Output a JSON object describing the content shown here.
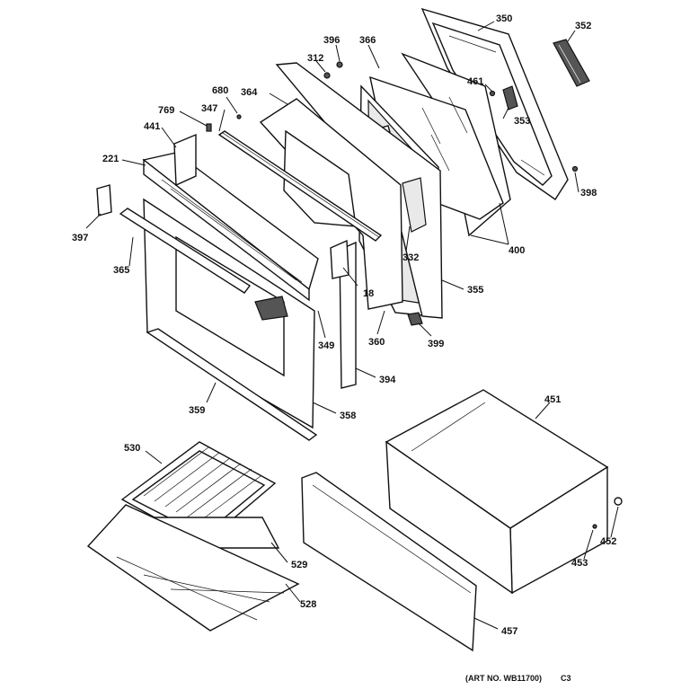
{
  "diagram": {
    "labels": [
      {
        "key": "l350",
        "text": "350"
      },
      {
        "key": "l352",
        "text": "352"
      },
      {
        "key": "l396",
        "text": "396"
      },
      {
        "key": "l366",
        "text": "366"
      },
      {
        "key": "l312",
        "text": "312"
      },
      {
        "key": "l461",
        "text": "461"
      },
      {
        "key": "l353",
        "text": "353"
      },
      {
        "key": "l680",
        "text": "680"
      },
      {
        "key": "l364",
        "text": "364"
      },
      {
        "key": "l769",
        "text": "769"
      },
      {
        "key": "l347",
        "text": "347"
      },
      {
        "key": "l441",
        "text": "441"
      },
      {
        "key": "l221",
        "text": "221"
      },
      {
        "key": "l398",
        "text": "398"
      },
      {
        "key": "l397",
        "text": "397"
      },
      {
        "key": "l400",
        "text": "400"
      },
      {
        "key": "l332",
        "text": "332"
      },
      {
        "key": "l365",
        "text": "365"
      },
      {
        "key": "l18",
        "text": "18"
      },
      {
        "key": "l355",
        "text": "355"
      },
      {
        "key": "l349",
        "text": "349"
      },
      {
        "key": "l360",
        "text": "360"
      },
      {
        "key": "l399",
        "text": "399"
      },
      {
        "key": "l394",
        "text": "394"
      },
      {
        "key": "l359",
        "text": "359"
      },
      {
        "key": "l358",
        "text": "358"
      },
      {
        "key": "l451",
        "text": "451"
      },
      {
        "key": "l530",
        "text": "530"
      },
      {
        "key": "l529",
        "text": "529"
      },
      {
        "key": "l528",
        "text": "528"
      },
      {
        "key": "l452",
        "text": "452"
      },
      {
        "key": "l453",
        "text": "453"
      },
      {
        "key": "l457",
        "text": "457"
      }
    ],
    "art_number": "(ART NO. WB11700)",
    "art_code": "C3"
  }
}
